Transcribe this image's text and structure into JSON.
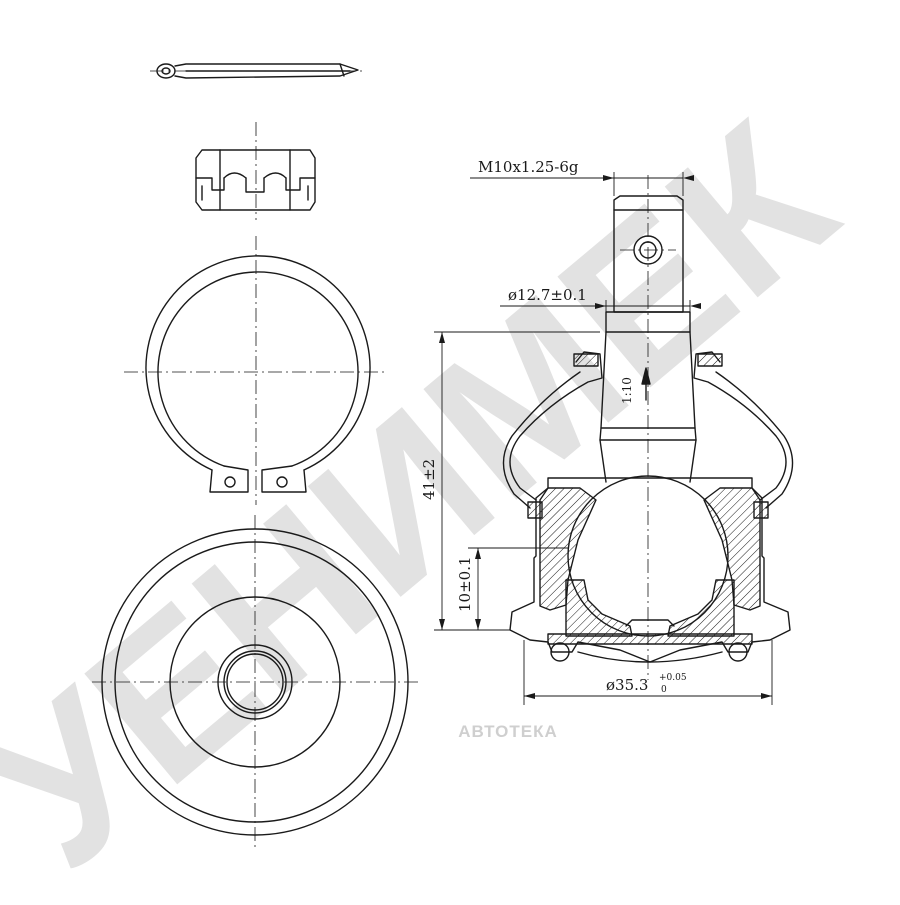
{
  "watermark": {
    "brand": "УЕНИМЕК",
    "caption": "АВТОТЕКА"
  },
  "dimensions": {
    "thread": "M10x1.25-6g",
    "shank_diameter": "ø12.7±0.1",
    "taper": "1:10",
    "height": "41±2",
    "ball_height": "10±0.1",
    "housing_diameter": "ø35.3",
    "housing_tol_upper": "+0.05",
    "housing_tol_lower": "0"
  },
  "colors": {
    "line": "#1a1a1a",
    "watermark": "#e2e2e2"
  }
}
